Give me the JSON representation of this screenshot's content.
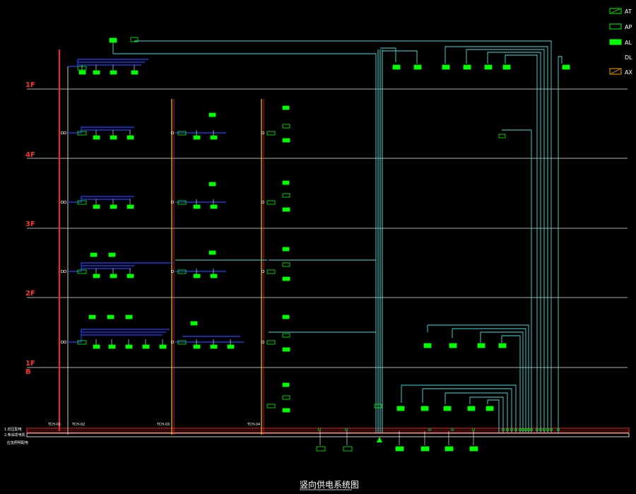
{
  "title": "竖向供电系统图",
  "floors": [
    "1F",
    "4F",
    "3F",
    "2F",
    "1F",
    "B"
  ],
  "legend": [
    {
      "code": "AT",
      "style": "hatched",
      "color": "#00ff00"
    },
    {
      "code": "AP",
      "style": "outline",
      "color": "#00ff00"
    },
    {
      "code": "AL",
      "style": "filled",
      "color": "#00ff00"
    },
    {
      "code": "DL",
      "style": "none",
      "color": "#ffffff"
    },
    {
      "code": "AX",
      "style": "box",
      "color": "#ffa500"
    }
  ],
  "riser_labels": [
    "TCH-01",
    "TCH-02",
    "TCH-03",
    "TCH-04"
  ],
  "bottom_notes": [
    "1.低压配电",
    "2.柴油发电机",
    "应急照明配电"
  ],
  "colors": {
    "background": "#000000",
    "floor_line": "#ffffff",
    "riser_red": "#ff2020",
    "riser_yellow": "#ffc000",
    "feeder_cyan": "#40e0e0",
    "feeder_blue": "#2040ff",
    "panel_green": "#00ff00"
  }
}
